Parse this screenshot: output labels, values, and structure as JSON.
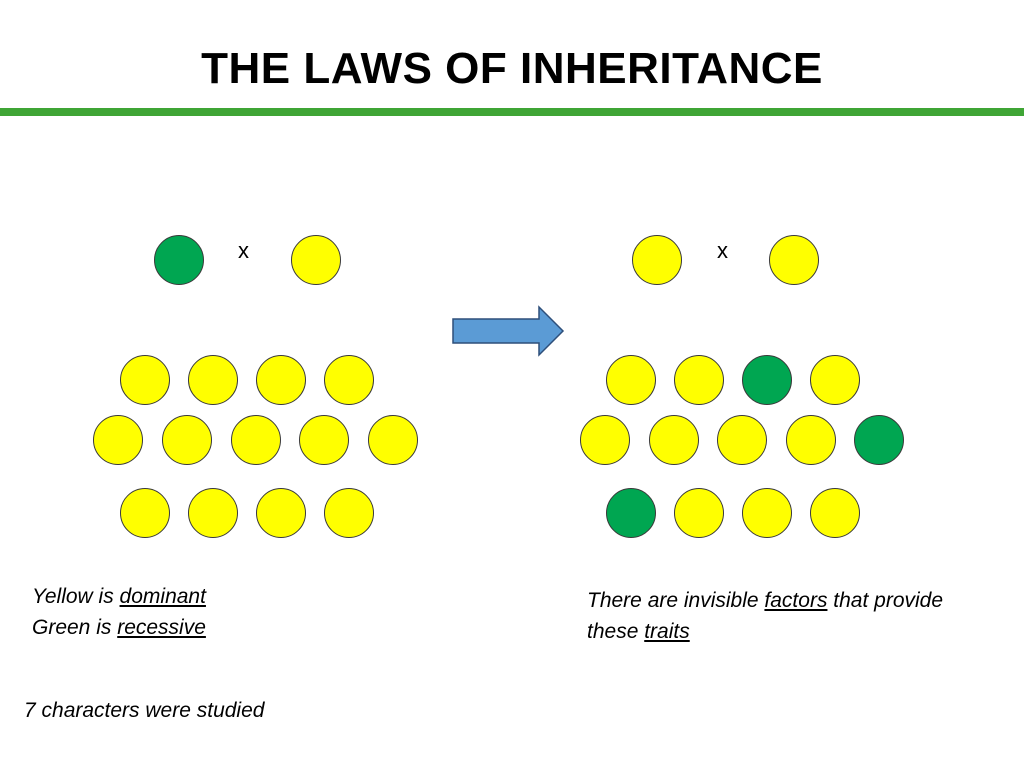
{
  "title": "THE LAWS OF INHERITANCE",
  "cross_symbol": "x",
  "colors": {
    "yellow": "#ffff00",
    "green": "#00a651",
    "rule": "#3fa535",
    "arrow_fill": "#5b9bd5",
    "arrow_stroke": "#2e4f7a"
  },
  "left_diagram": {
    "parents": [
      "green",
      "yellow"
    ],
    "offspring_rows": [
      [
        "yellow",
        "yellow",
        "yellow",
        "yellow"
      ],
      [
        "yellow",
        "yellow",
        "yellow",
        "yellow",
        "yellow"
      ],
      [
        "yellow",
        "yellow",
        "yellow",
        "yellow"
      ]
    ]
  },
  "right_diagram": {
    "parents": [
      "yellow",
      "yellow"
    ],
    "offspring_rows": [
      [
        "yellow",
        "yellow",
        "green",
        "yellow"
      ],
      [
        "yellow",
        "yellow",
        "yellow",
        "yellow",
        "green"
      ],
      [
        "green",
        "yellow",
        "yellow",
        "yellow"
      ]
    ]
  },
  "notes": {
    "dominance": {
      "line1_prefix": "Yellow is ",
      "line1_term": "dominant",
      "line2_prefix": "Green is ",
      "line2_term": "recessive"
    },
    "factors": {
      "line1_prefix": "There are invisible ",
      "line1_term": "factors",
      "line1_suffix": " that provide",
      "line2_prefix": "these ",
      "line2_term": "traits"
    },
    "characters": "7 characters were studied"
  }
}
